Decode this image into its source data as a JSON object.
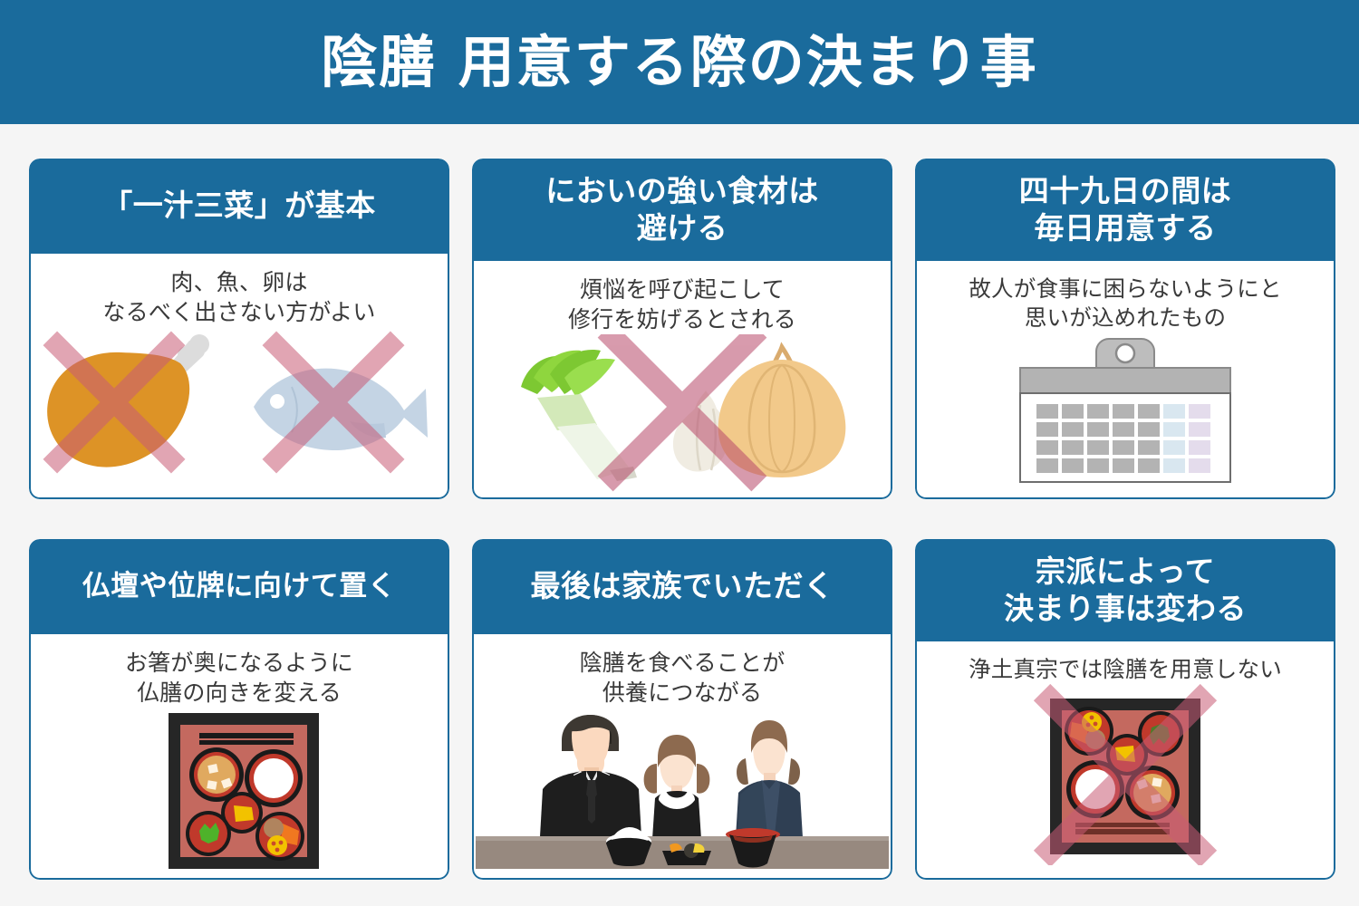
{
  "header": {
    "title": "陰膳 用意する際の決まり事"
  },
  "theme": {
    "header_blue": "#1a6b9c",
    "page_bg": "#f5f5f5",
    "card_bg": "#ffffff",
    "card_border": "#1a6b9c",
    "body_text": "#3a3a3a",
    "x_mark_pink": "#d4697f",
    "meat_orange": "#dd9326",
    "fish_blue": "#c4d4e4",
    "leek_green": "#7dc832",
    "onion_tan": "#f2c98a",
    "garlic_white": "#f0ece2",
    "calendar_gray": "#b3b3b3",
    "calendar_blue": "#d9e7f0",
    "calendar_purple": "#e4dcec",
    "tray_black": "#262626",
    "tray_red": "#c4695f",
    "bowl_red": "#c0392b",
    "table_taupe": "#97897f",
    "suit_black": "#1e1e1e",
    "dress_navy": "#2f3f53",
    "skin": "#fbd9bf"
  },
  "cards": [
    {
      "id": "card-ichiju-sansai",
      "title": "「一汁三菜」が基本",
      "subtitle": "肉、魚、卵は\nなるべく出さない方がよい",
      "illustration": "meat-and-fish-crossed-out",
      "icons": [
        "meat-drumstick-icon",
        "fish-icon",
        "x-mark-icon"
      ]
    },
    {
      "id": "card-strong-smell",
      "title": "においの強い食材は\n避ける",
      "subtitle": "煩悩を呼び起こして\n修行を妨げるとされる",
      "illustration": "leek-garlic-onion-crossed-out",
      "icons": [
        "leek-icon",
        "garlic-icon",
        "onion-icon",
        "x-mark-icon"
      ]
    },
    {
      "id": "card-49-days",
      "title": "四十九日の間は\n毎日用意する",
      "subtitle": "故人が食事に困らないようにと\n思いが込めれたもの",
      "illustration": "wall-calendar",
      "icons": [
        "calendar-icon"
      ]
    },
    {
      "id": "card-face-butsudan",
      "title": "仏壇や位牌に向けて置く",
      "subtitle": "お箸が奥になるように\n仏膳の向きを変える",
      "illustration": "buddhist-meal-tray",
      "icons": [
        "meal-tray-icon",
        "chopsticks-icon"
      ]
    },
    {
      "id": "card-family-eats",
      "title": "最後は家族でいただく",
      "subtitle": "陰膳を食べることが\n供養につながる",
      "illustration": "family-at-table",
      "icons": [
        "father-icon",
        "daughter-icon",
        "mother-icon",
        "rice-bowl-icon",
        "soup-bowl-icon",
        "side-dish-icon"
      ]
    },
    {
      "id": "card-sect-differences",
      "title": "宗派によって\n決まり事は変わる",
      "subtitle": "浄土真宗では陰膳を用意しない",
      "illustration": "buddhist-meal-tray-crossed-out",
      "icons": [
        "meal-tray-icon",
        "x-mark-icon"
      ]
    }
  ]
}
